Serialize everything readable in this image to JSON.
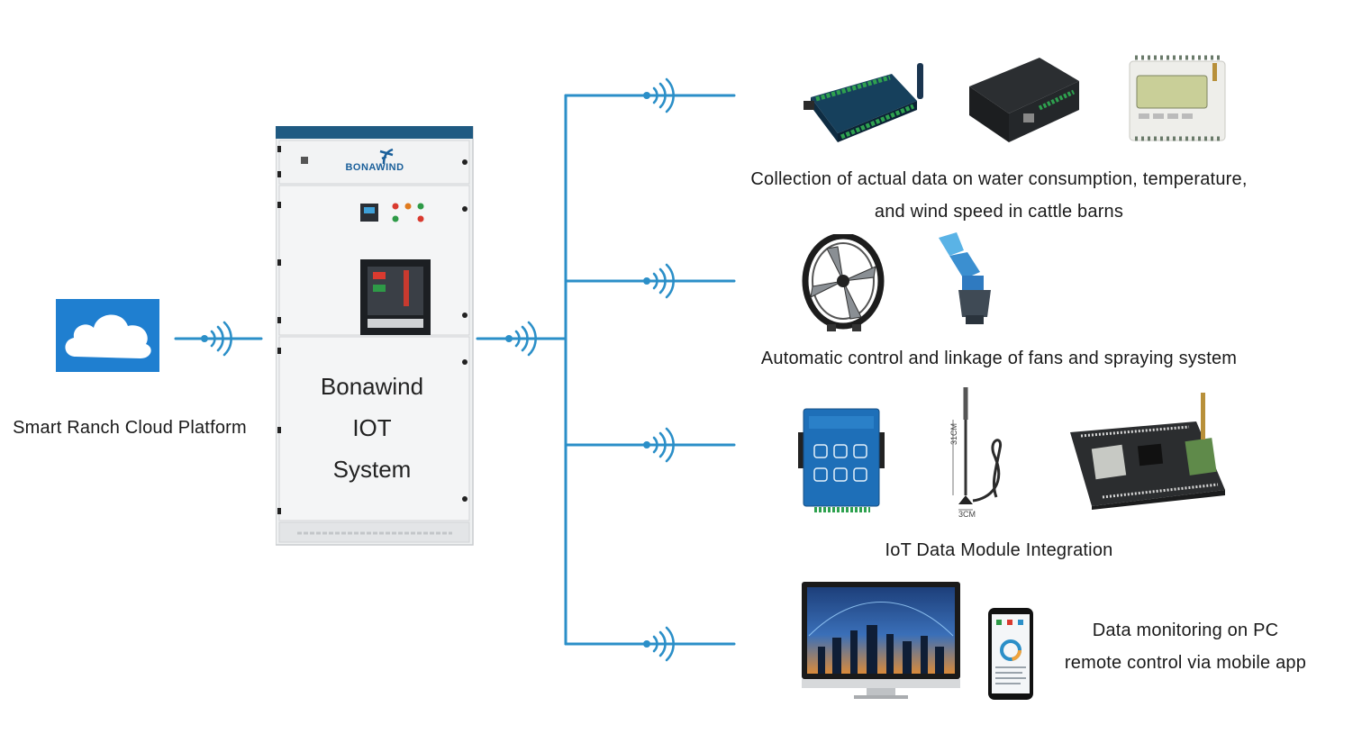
{
  "cloud": {
    "label": "Smart Ranch Cloud Platform",
    "icon": "cloud-icon",
    "color": "#1f7fd0"
  },
  "cabinet": {
    "brand": "BONAWIND",
    "lines": [
      "Bonawind",
      "IOT",
      "System"
    ]
  },
  "links": {
    "color": "#2b8fc8",
    "signal_icon": "wifi-signal-icon"
  },
  "branches": [
    {
      "caption_lines": [
        "Collection of actual data on water consumption, temperature,",
        "and wind speed in cattle barns"
      ],
      "devices": [
        "data-collector-icon",
        "gateway-box-icon",
        "meter-display-icon"
      ]
    },
    {
      "caption_lines": [
        "Automatic control and linkage of fans and spraying system"
      ],
      "devices": [
        "fan-icon",
        "sprayer-nozzle-icon"
      ]
    },
    {
      "caption_lines": [
        "IoT Data Module Integration"
      ],
      "devices": [
        "iot-module-icon",
        "antenna-icon",
        "circuit-board-icon"
      ],
      "antenna_labels": [
        "31CM",
        "3CM"
      ]
    },
    {
      "caption_lines": [
        "Data monitoring on PC",
        "remote control via mobile app"
      ],
      "devices": [
        "monitor-icon",
        "smartphone-icon"
      ]
    }
  ]
}
